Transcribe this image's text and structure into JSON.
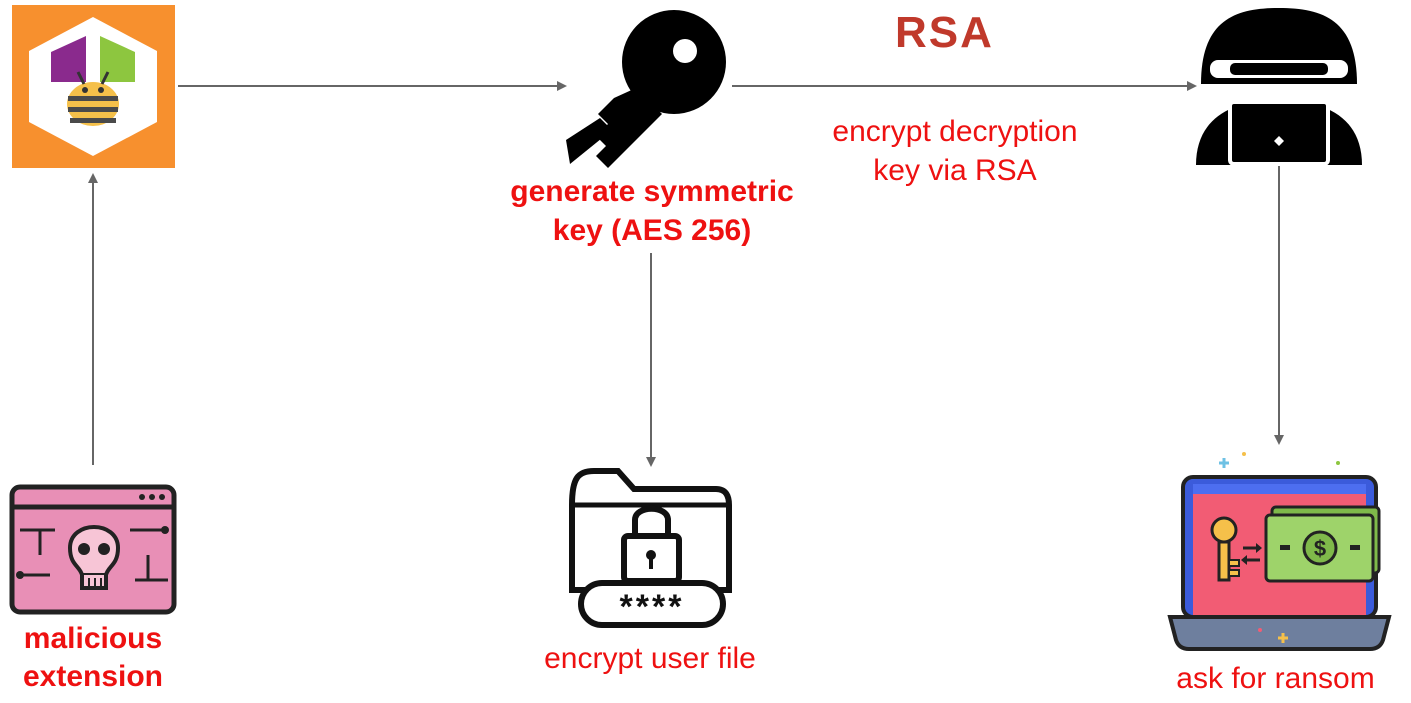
{
  "logo": {
    "text": "RSA",
    "color": "#c0392b"
  },
  "nodes": {
    "extension_label": [
      "malicious",
      "extension"
    ],
    "key_label": [
      "generate symmetric",
      "key (AES 256)"
    ],
    "encrypt_file_label": "encrypt user file",
    "rsa_label": [
      "encrypt decryption",
      "key via RSA"
    ],
    "ransom_label": "ask for ransom"
  },
  "icons": {
    "app": "android-bee-app-icon",
    "extension": "malicious-extension-skull-icon",
    "key": "key-icon",
    "folder": "locked-folder-icon",
    "hacker": "hacker-icon",
    "ransom": "ransom-laptop-icon"
  },
  "colors": {
    "label_red": "#ee1111",
    "arrow": "#666666",
    "orange": "#f7902e",
    "pink": "#e88fb6",
    "laptop_screen": "#f25c74",
    "money": "#9ed36a"
  }
}
